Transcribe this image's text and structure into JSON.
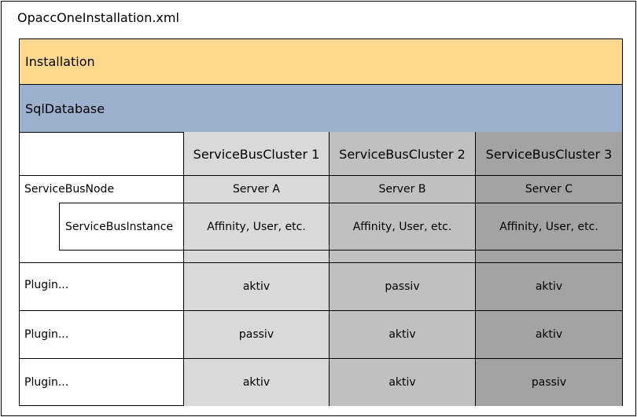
{
  "title": "OpaccOneInstallation.xml",
  "layers": {
    "installation": "Installation",
    "sql_database": "SqlDatabase"
  },
  "colors": {
    "installation": "#fcd98f",
    "sql_database": "#9db1ce",
    "cluster_1": "#d9d9d9",
    "cluster_2": "#c0c0c0",
    "cluster_3": "#a3a3a3"
  },
  "clusters": [
    "ServiceBusCluster 1",
    "ServiceBusCluster 2",
    "ServiceBusCluster 3"
  ],
  "node": {
    "label": "ServiceBusNode",
    "servers": [
      "Server A",
      "Server B",
      "Server C"
    ]
  },
  "instance": {
    "label": "ServiceBusInstance",
    "values": [
      "Affinity, User, etc.",
      "Affinity, User, etc.",
      "Affinity, User, etc."
    ]
  },
  "plugins": [
    {
      "label": "Plugin...",
      "states": [
        "aktiv",
        "passiv",
        "aktiv"
      ]
    },
    {
      "label": "Plugin...",
      "states": [
        "passiv",
        "aktiv",
        "aktiv"
      ]
    },
    {
      "label": "Plugin...",
      "states": [
        "aktiv",
        "aktiv",
        "passiv"
      ]
    }
  ]
}
